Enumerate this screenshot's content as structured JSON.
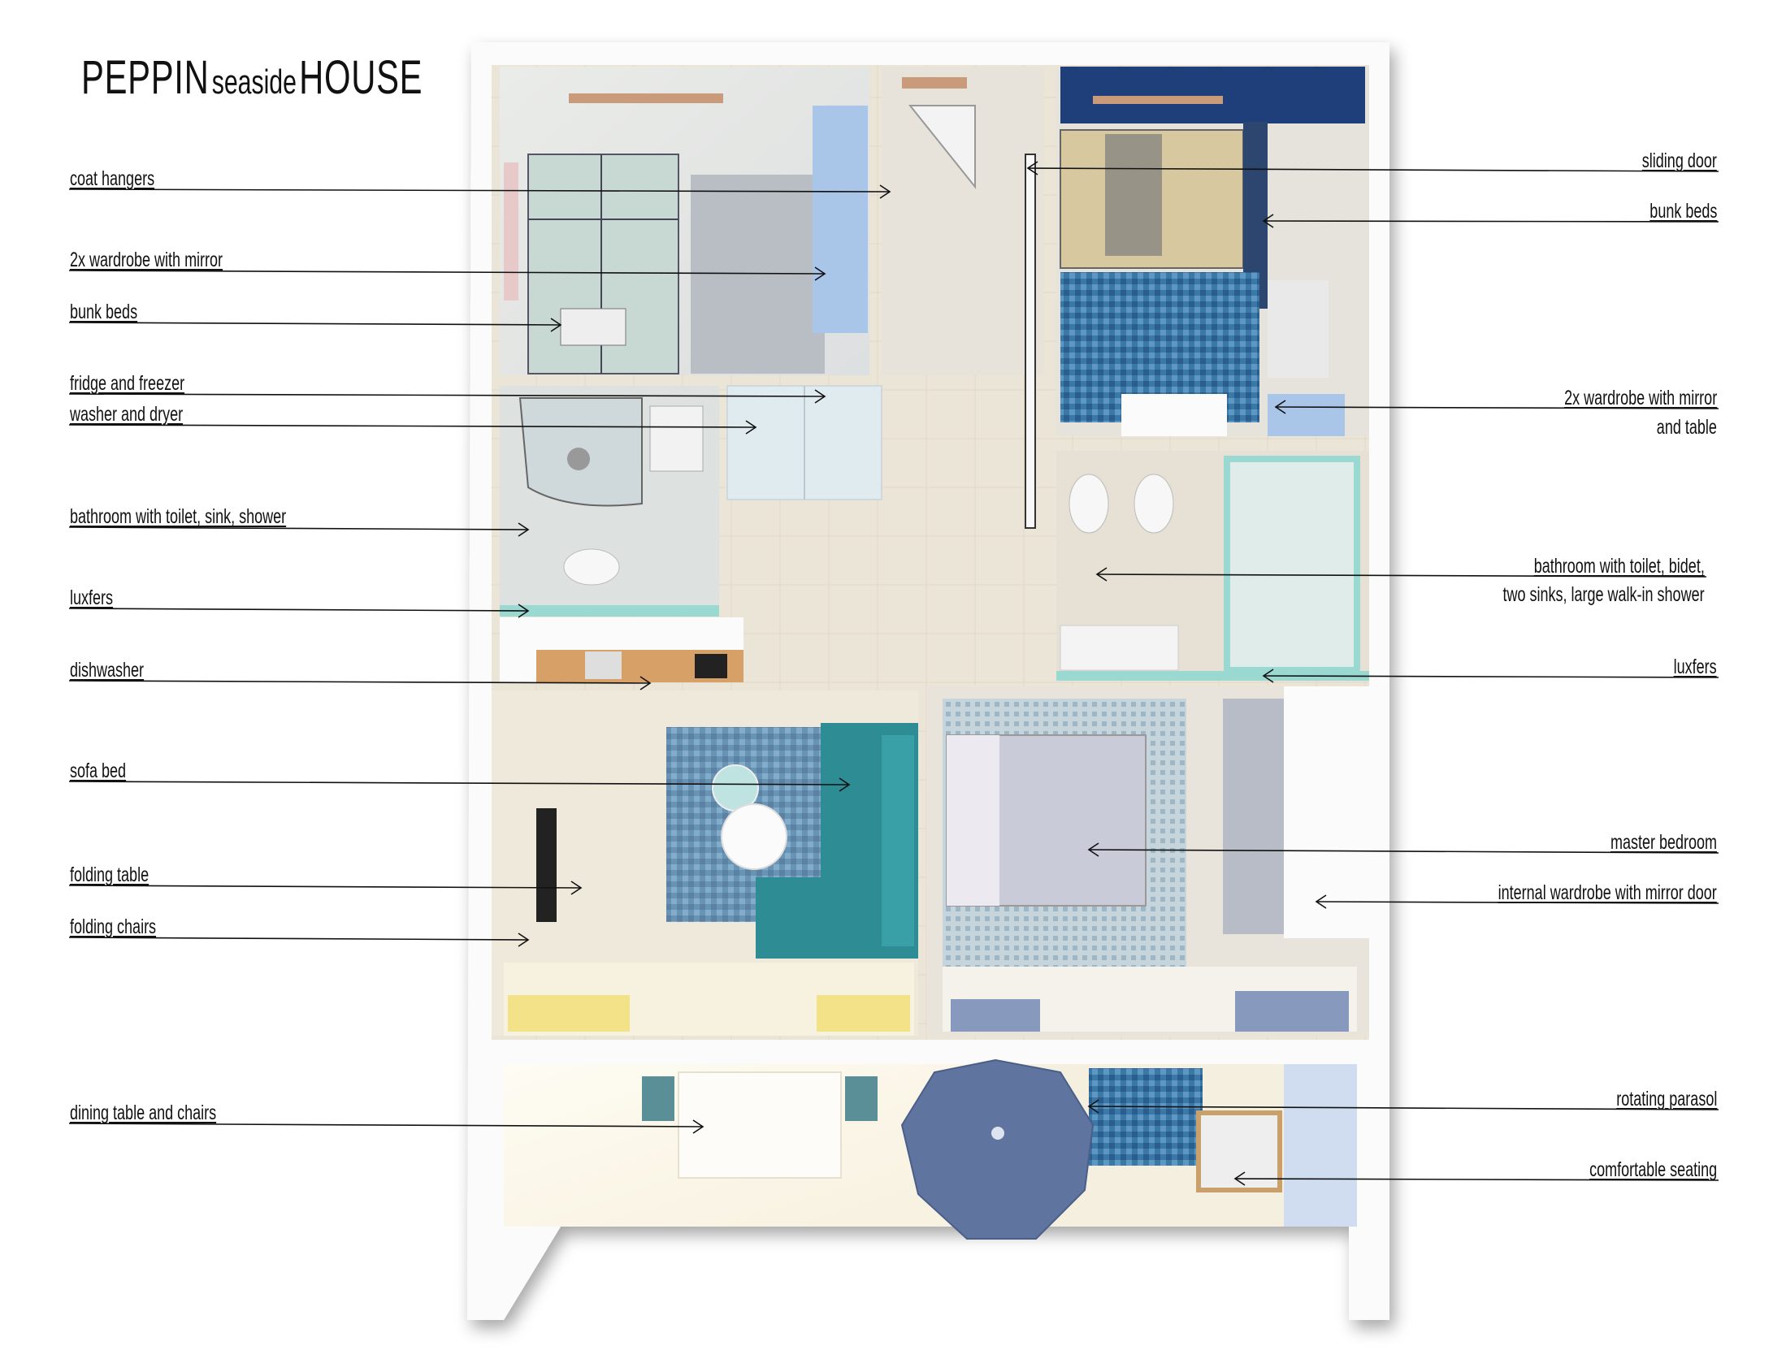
{
  "title": {
    "name_a": "PEPPIN",
    "name_b": "seaside",
    "name_c": "HOUSE"
  },
  "labels_left": [
    "coat hangers",
    "2x wardrobe with mirror",
    "bunk beds",
    "fridge and freezer",
    "washer and dryer",
    "bathroom with toilet, sink, shower",
    "luxfers",
    "dishwasher",
    "sofa bed",
    "folding table",
    "folding chairs",
    "dining table and chairs"
  ],
  "labels_right": [
    "sliding door",
    "bunk beds",
    "2x wardrobe with mirror",
    "and table",
    "bathroom with toilet, bidet,",
    "two sinks, large walk-in shower",
    "luxfers",
    "master bedroom",
    "internal wardrobe with mirror door",
    "rotating parasol",
    "comfortable seating"
  ],
  "colors": {
    "wall": "#fbfbfb",
    "floor": "#ece6d8",
    "sofa": "#2e8c94",
    "rug_blue": "#2f6a99",
    "wallpaper": "#1e3f7a",
    "parasol": "#5f75a0",
    "glass": "#9ad8d2",
    "light_blue": "#a9c5e8"
  }
}
